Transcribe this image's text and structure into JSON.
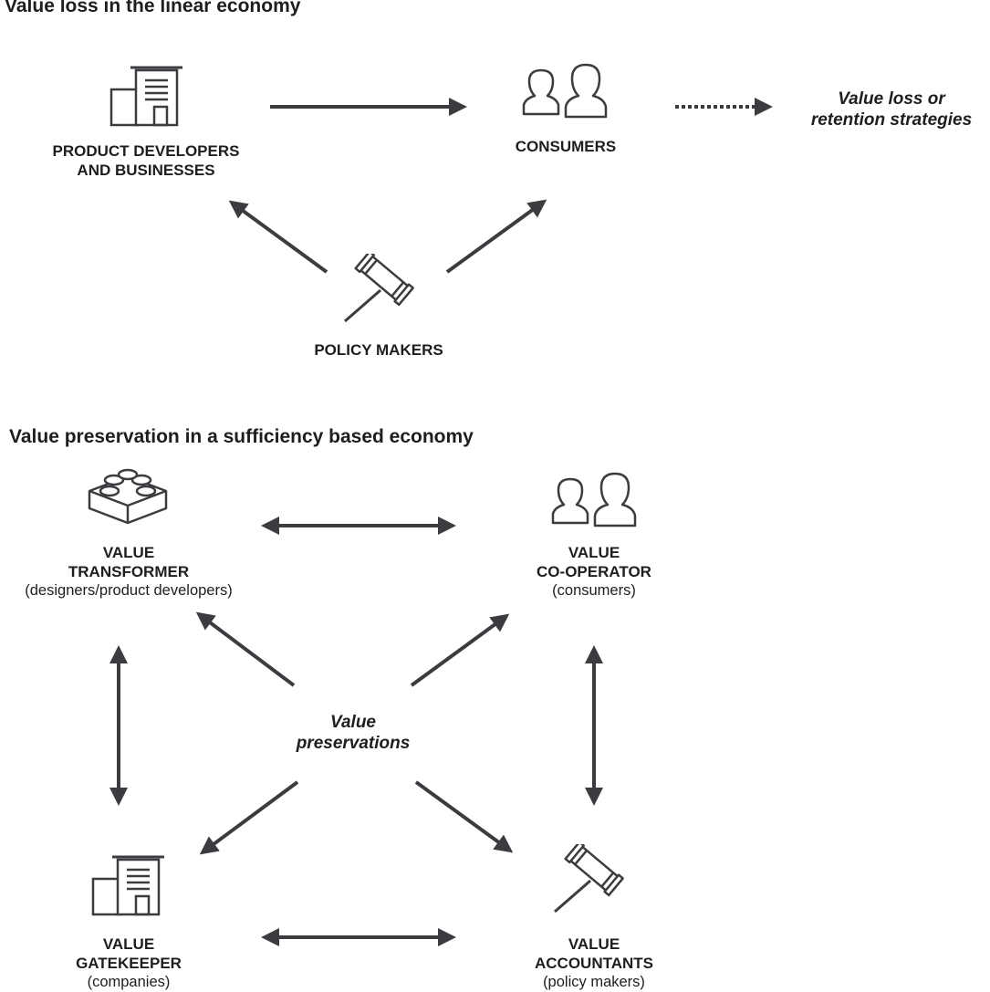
{
  "section1": {
    "title": "Value loss in the linear economy",
    "product_developers": [
      "PRODUCT DEVELOPERS",
      "AND BUSINESSES"
    ],
    "consumers": "CONSUMERS",
    "policy_makers": "POLICY MAKERS",
    "outcome": [
      "Value loss or",
      "retention strategies"
    ]
  },
  "section2": {
    "title": "Value preservation in a sufficiency based economy",
    "transformer": {
      "line1": "VALUE",
      "line2": "TRANSFORMER",
      "sub": "(designers/product developers)"
    },
    "cooperator": {
      "line1": "VALUE",
      "line2": "CO-OPERATOR",
      "sub": "(consumers)"
    },
    "gatekeeper": {
      "line1": "VALUE",
      "line2": "GATEKEEPER",
      "sub": "(companies)"
    },
    "accountants": {
      "line1": "VALUE",
      "line2": "ACCOUNTANTS",
      "sub": "(policy makers)"
    },
    "center": [
      "Value",
      "preservations"
    ]
  },
  "icons": {
    "s1_left": "building-icon",
    "s1_right": "people-icon",
    "s1_bottom": "gavel-icon",
    "s2_top_left": "brick-icon",
    "s2_top_right": "people-icon",
    "s2_bottom_left": "building-icon",
    "s2_bottom_right": "gavel-icon"
  },
  "colors": {
    "ink": "#3a3c3f",
    "text": "#1e1e1e"
  }
}
